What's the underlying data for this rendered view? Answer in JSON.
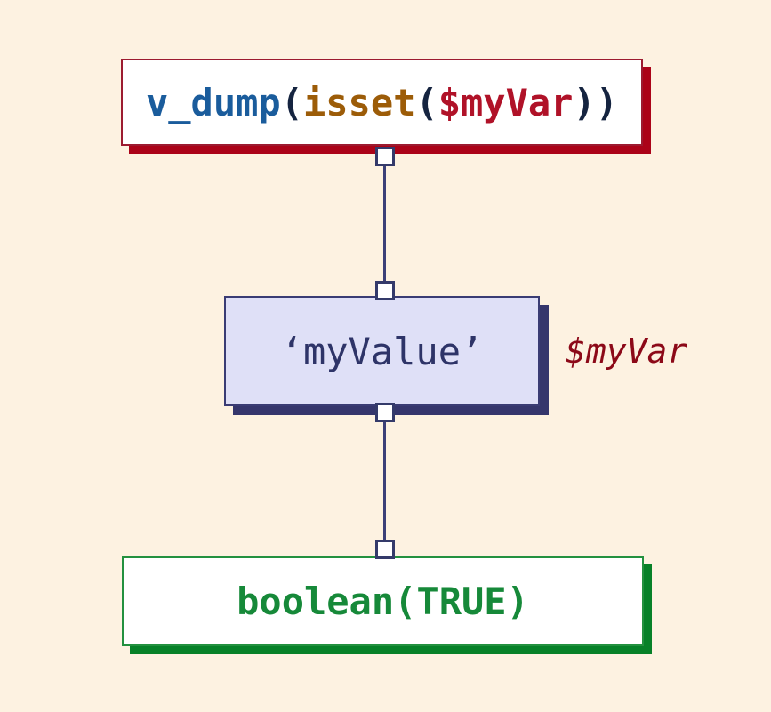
{
  "diagram": {
    "background_color": "#fdf2e1",
    "connector": {
      "line_color": "#3c4078",
      "port_border_color": "#343a6a",
      "port_fill_color": "#ffffff"
    },
    "call_box": {
      "fill_color": "#ffffff",
      "border_color": "#9c1b30",
      "shadow_color": "#ab0318",
      "tokens": [
        {
          "text": "v_dump",
          "color": "#1a5c9c"
        },
        {
          "text": "(",
          "color": "#152440"
        },
        {
          "text": "isset",
          "color": "#9c5c08"
        },
        {
          "text": "(",
          "color": "#152440"
        },
        {
          "text": "$myVar",
          "color": "#b01228"
        },
        {
          "text": "))",
          "color": "#152440"
        }
      ]
    },
    "value_box": {
      "text": "‘myValue’",
      "text_color": "#2e3468",
      "fill_color": "#dfe0f7",
      "border_color": "#3a3c74",
      "shadow_color": "#35366c",
      "annotation": {
        "text": "$myVar",
        "color": "#8c0918"
      }
    },
    "result_box": {
      "text": "boolean(TRUE)",
      "text_color": "#168939",
      "fill_color": "#ffffff",
      "border_color": "#23913f",
      "shadow_color": "#078128"
    }
  }
}
